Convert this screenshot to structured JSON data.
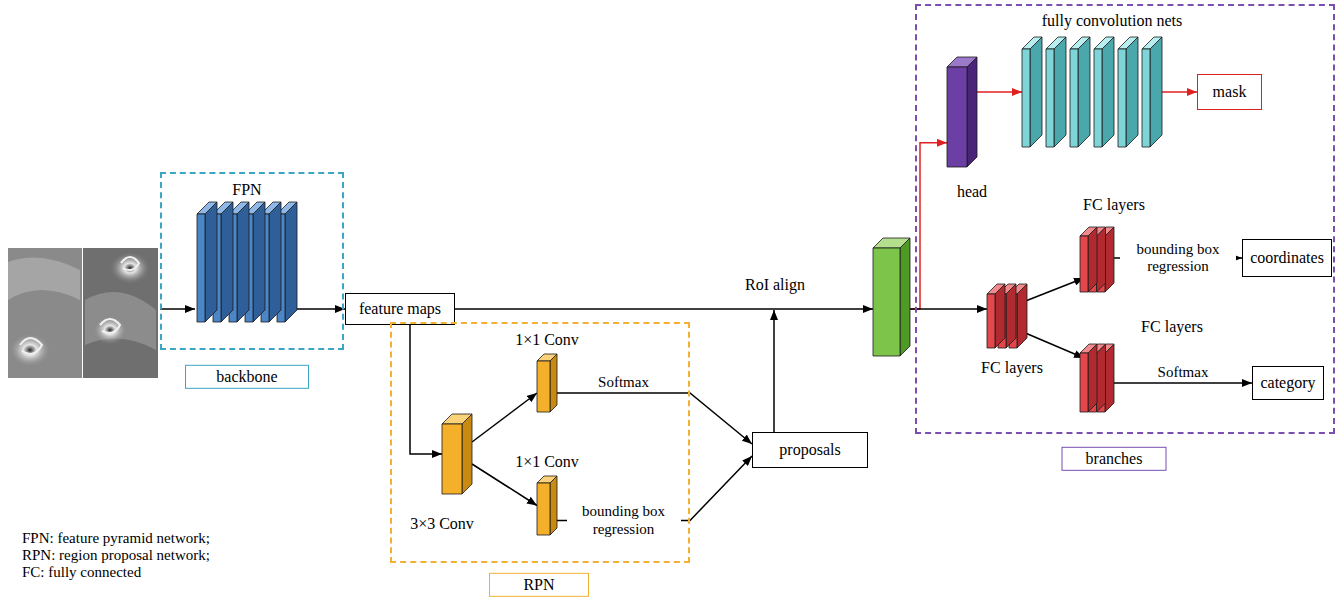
{
  "diagram": {
    "nodes": [
      {
        "text": [
          "backbone"
        ]
      },
      {
        "text": [
          "FPN"
        ],
        "in": 0
      },
      {
        "text": [
          "feature maps"
        ]
      },
      {
        "text": [
          "RPN"
        ]
      },
      {
        "text": [
          "3×3 Conv"
        ],
        "in": 3
      },
      {
        "text": [
          "1×1 Conv"
        ],
        "in": 3
      },
      {
        "text": [
          "1×1 Conv"
        ],
        "in": 3
      },
      {
        "text": [
          "proposals"
        ]
      },
      {
        "text": [
          "RoI align"
        ]
      },
      {
        "text": [
          "branches"
        ]
      },
      {
        "text": [
          "head"
        ],
        "in": 9
      },
      {
        "text": [
          "fully convolution nets"
        ],
        "in": 9
      },
      {
        "text": [
          "mask"
        ],
        "in": 9
      },
      {
        "text": [
          "FC layers"
        ],
        "in": 9
      },
      {
        "text": [
          "FC layers"
        ],
        "in": 9
      },
      {
        "text": [
          "FC layers"
        ],
        "in": 9
      },
      {
        "text": [
          "coordinates"
        ],
        "in": 9
      },
      {
        "text": [
          "category"
        ],
        "in": 9
      }
    ],
    "edges": [
      {
        "from": 1,
        "to": 2,
        "arrow": "to"
      },
      {
        "from": 2,
        "to": 8,
        "arrow": "to"
      },
      {
        "from": 2,
        "to": 4,
        "arrow": "to"
      },
      {
        "from": 4,
        "to": 5,
        "arrow": "to"
      },
      {
        "from": 4,
        "to": 6,
        "arrow": "to"
      },
      {
        "from": 5,
        "to": 7,
        "label": "Softmax",
        "arrow": "to"
      },
      {
        "from": 6,
        "to": 7,
        "label": "bounding box regression",
        "arrow": "to"
      },
      {
        "from": 7,
        "to": 8,
        "arrow": "to"
      },
      {
        "from": 8,
        "to": 10,
        "arrow": "to"
      },
      {
        "from": 10,
        "to": 11,
        "arrow": "to"
      },
      {
        "from": 11,
        "to": 12,
        "arrow": "to"
      },
      {
        "from": 8,
        "to": 13,
        "arrow": "to"
      },
      {
        "from": 13,
        "to": 14,
        "arrow": "to"
      },
      {
        "from": 13,
        "to": 15,
        "arrow": "to"
      },
      {
        "from": 14,
        "to": 16,
        "label": "bounding box regression",
        "arrow": "to"
      },
      {
        "from": 15,
        "to": 17,
        "label": "Softmax",
        "arrow": "to"
      }
    ],
    "labels": [
      "FPN: feature pyramid network;",
      "RPN: region proposal network;",
      "FC: fully connected"
    ]
  }
}
